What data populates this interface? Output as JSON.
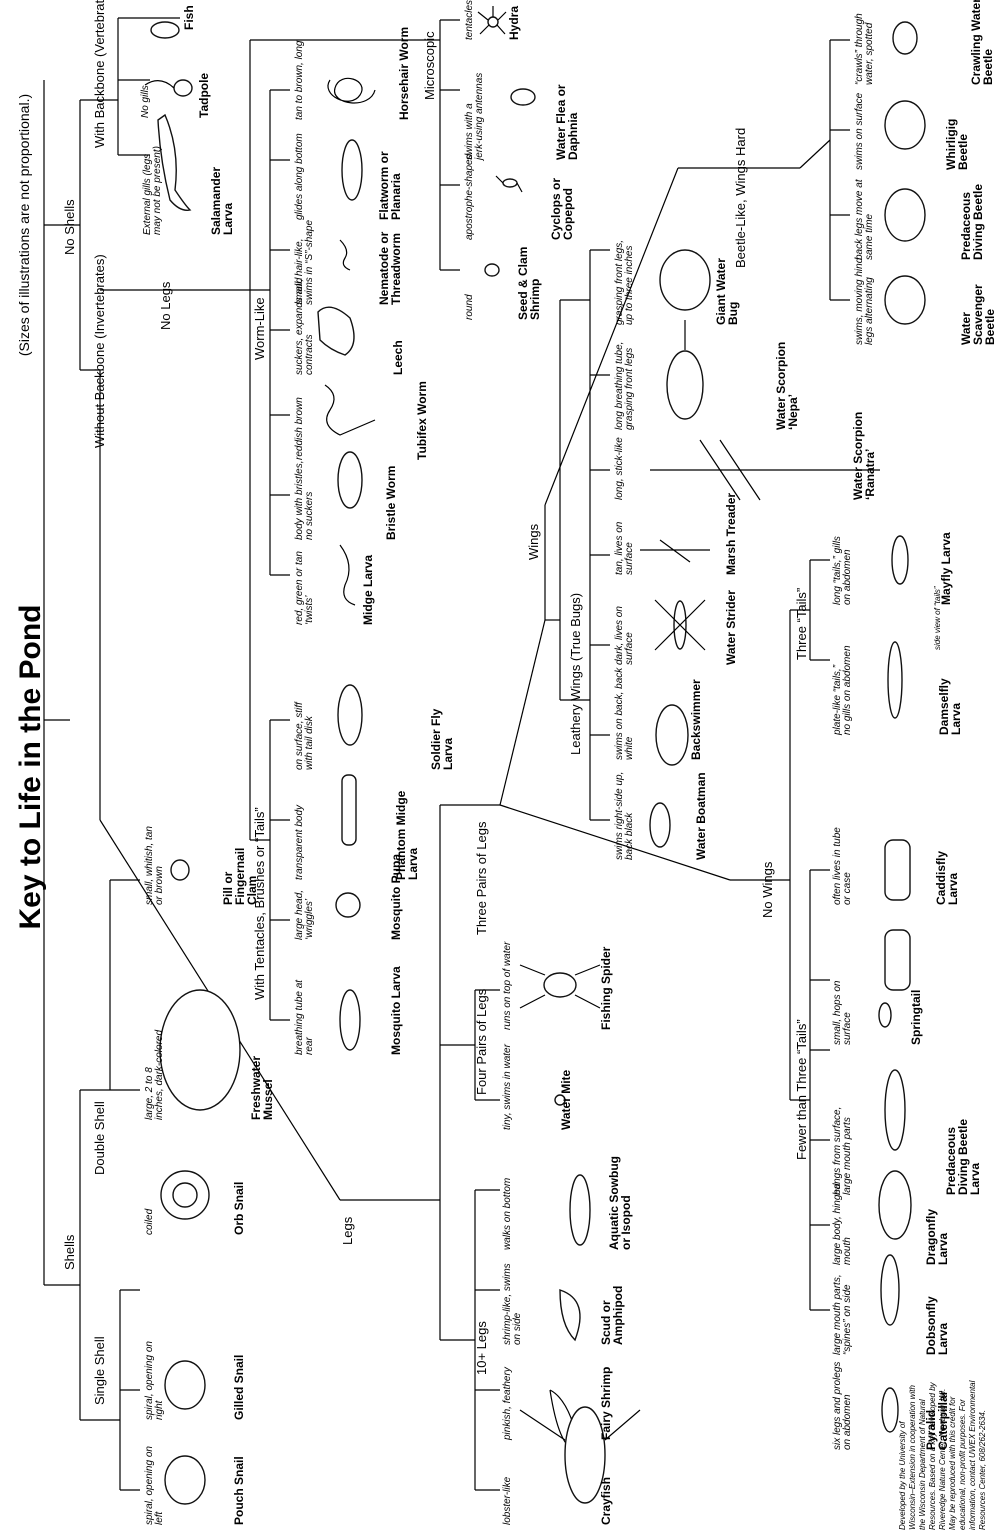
{
  "title": "Key to Life in the Pond",
  "subtitle": "(Sizes of illustrations are not proportional.)",
  "nodes": {
    "shells": "Shells",
    "no_shells": "No Shells",
    "single_shell": "Single Shell",
    "double_shell": "Double Shell",
    "with_backbone": "With Backbone (Vertebrates)",
    "without_backbone": "Without Backbone (Invertebrates)",
    "no_legs": "No Legs",
    "legs": "Legs",
    "worm_like": "Worm-Like",
    "microscopic": "Microscopic",
    "with_tentacles": "With Tentacles, Brushes or “Tails”",
    "three_pairs": "Three Pairs of Legs",
    "four_pairs": "Four Pairs of Legs",
    "ten_plus": "10+ Legs",
    "wings": "Wings",
    "no_wings": "No Wings",
    "leathery": "Leathery Wings (True Bugs)",
    "beetle_like": "Beetle-Like, Wings Hard",
    "three_tails": "Three “Tails”",
    "fewer_tails": "Fewer than Three “Tails”"
  },
  "organisms": [
    {
      "name": "Fish",
      "desc": ""
    },
    {
      "name": "Tadpole",
      "desc": "No gills"
    },
    {
      "name": "Salamander Larva",
      "desc": "External gills (legs may not be present)"
    },
    {
      "name": "Hydra",
      "desc": "tentacles"
    },
    {
      "name": "Water Flea or Daphnia",
      "desc": "swims with a jerk-using antennas"
    },
    {
      "name": "Cyclops or Copepod",
      "desc": "apostrophe-shaped"
    },
    {
      "name": "Seed & Clam Shrimp",
      "desc": "round"
    },
    {
      "name": "Horsehair Worm",
      "desc": "tan to brown, long"
    },
    {
      "name": "Flatworm or Planaria",
      "desc": "glides along bottom"
    },
    {
      "name": "Nematode or Threadworm",
      "desc": "small, hair-like, swims in “S”-shape"
    },
    {
      "name": "Leech",
      "desc": "suckers, expands and contracts"
    },
    {
      "name": "Tubifex Worm",
      "desc": "reddish brown"
    },
    {
      "name": "Bristle Worm",
      "desc": "body with bristles, no suckers"
    },
    {
      "name": "Midge Larva",
      "desc": "red, green or tan ‘twists’"
    },
    {
      "name": "Soldier Fly Larva",
      "desc": "on surface, stiff with tail disk"
    },
    {
      "name": "Phantom Midge Larva",
      "desc": "transparent body"
    },
    {
      "name": "Mosquito Pupa",
      "desc": "large head, ‘wriggles’"
    },
    {
      "name": "Mosquito Larva",
      "desc": "breathing tube at rear"
    },
    {
      "name": "Pill or Fingernail Clam",
      "desc": "small, whitish, tan or brown"
    },
    {
      "name": "Freshwater Mussel",
      "desc": "large, 2 to 8 inches, dark-colored"
    },
    {
      "name": "Orb Snail",
      "desc": "coiled"
    },
    {
      "name": "Gilled Snail",
      "desc": "spiral, opening on right"
    },
    {
      "name": "Pouch Snail",
      "desc": "spiral, opening on left"
    },
    {
      "name": "Crawling Water Beetle",
      "desc": "“crawls” through water, spotted"
    },
    {
      "name": "Whirligig Beetle",
      "desc": "swims on surface"
    },
    {
      "name": "Predaceous Diving Beetle",
      "desc": "back legs move at same time"
    },
    {
      "name": "Water Scavenger Beetle",
      "desc": "swims, moving hind legs alternating"
    },
    {
      "name": "Giant Water Bug",
      "desc": "grasping front legs, up to three inches"
    },
    {
      "name": "Water Scorpion ‘Nepa’",
      "desc": "long breathing tube, grasping front legs"
    },
    {
      "name": "Water Scorpion ‘Ranatra’",
      "desc": "long, stick-like"
    },
    {
      "name": "Marsh Treader",
      "desc": "tan, lives on surface"
    },
    {
      "name": "Water Strider",
      "desc": "dark, lives on surface"
    },
    {
      "name": "Backswimmer",
      "desc": "swims on back, back white"
    },
    {
      "name": "Water Boatman",
      "desc": "swims right-side up, back black"
    },
    {
      "name": "Mayfly Larva",
      "desc": "long “tails,” gills on abdomen"
    },
    {
      "name": "Damselfly Larva",
      "desc": "plate-like “tails,” no gills on abdomen"
    },
    {
      "name": "Caddisfly Larva",
      "desc": "often lives in tube or case"
    },
    {
      "name": "Springtail",
      "desc": "small, hops on surface"
    },
    {
      "name": "Predaceous Diving Beetle Larva",
      "desc": "hangs from surface, large mouth parts"
    },
    {
      "name": "Dragonfly Larva",
      "desc": "large body, hinged mouth"
    },
    {
      "name": "Dobsonfly Larva",
      "desc": "large mouth parts, “spines” on side"
    },
    {
      "name": "Pyralid Caterpillar",
      "desc": "six legs and prolegs on abdomen"
    },
    {
      "name": "Fishing Spider",
      "desc": "runs on top of water"
    },
    {
      "name": "Water Mite",
      "desc": "tiny, swims in water"
    },
    {
      "name": "Aquatic Sowbug or Isopod",
      "desc": "walks on bottom"
    },
    {
      "name": "Scud or Amphipod",
      "desc": "shrimp-like, swims on side"
    },
    {
      "name": "Fairy Shrimp",
      "desc": "pinkish, feathery"
    },
    {
      "name": "Crayfish",
      "desc": "lobster-like"
    }
  ],
  "side_view_note": "side view of “tails”",
  "credit": [
    "Developed by the University of",
    "Wisconsin–Extension in cooperation with",
    "the Wisconsin Department of Natural",
    "Resources. Based on a key developed by",
    "Riveredge Nature Center, Newburg, WI.",
    "May be reproduced with this credit for",
    "educational, non-profit purposes. For",
    "information, contact UWEX Environmental",
    "Resources Center, 608/262-2634."
  ]
}
